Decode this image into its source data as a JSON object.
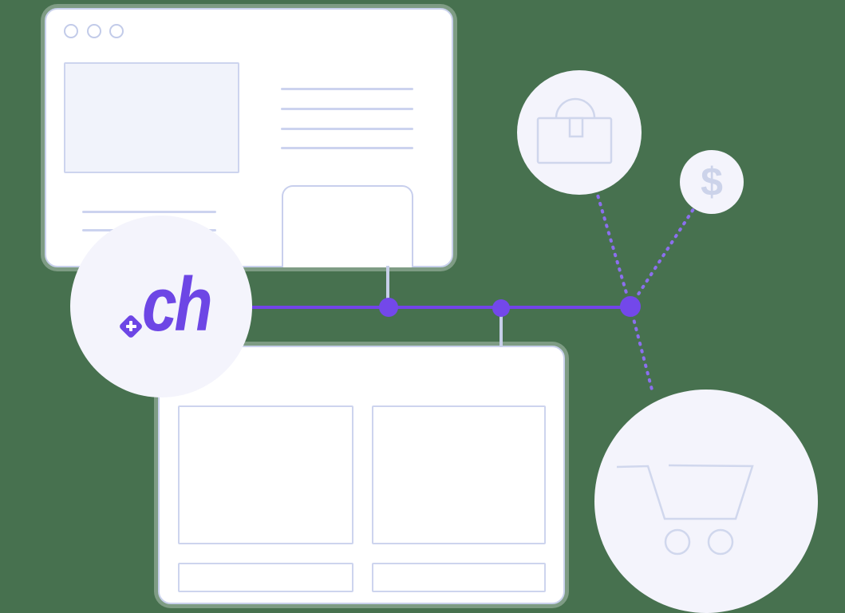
{
  "page": {
    "type": "marketing-illustration",
    "theme": "ch-domain-ecommerce-network"
  },
  "palette": {
    "background_green": "#47714F",
    "window_fill": "#FFFFFF",
    "window_outline": "#C9D1EC",
    "placeholder_fill": "#F1F3FB",
    "wireframe_line": "#CCD3EF",
    "badge_fill": "#F4F4FC",
    "icon_outline": "#CFD6EC",
    "connector_light": "#C7CFE9",
    "line_solid_purple": "#7243E9",
    "line_dotted_purple": "#8B6FEE",
    "node_purple": "#7348EA",
    "logo_purple": "#6D46E5"
  },
  "logo": {
    "text": "ch",
    "dot": "swiss-cross-diamond"
  },
  "badges": {
    "briefcase": {
      "icon": "briefcase-icon"
    },
    "price": {
      "symbol": "$"
    },
    "cart": {
      "icon": "shopping-cart-icon"
    }
  },
  "diagram": {
    "nodes": [
      {
        "id": "browser-window-top",
        "type": "browser-window-wireframe",
        "details": [
          "traffic-dots",
          "image-placeholder",
          "4-text-lines",
          "2-text-lines",
          "card"
        ]
      },
      {
        "id": "browser-window-bottom",
        "type": "browser-window-wireframe",
        "details": [
          "2-content-rects",
          "2-footer-bars"
        ]
      },
      {
        "id": "domain-logo-badge",
        "type": "circle-badge",
        "label": "ch"
      },
      {
        "id": "briefcase-badge",
        "type": "circle-badge",
        "icon": "briefcase-icon"
      },
      {
        "id": "price-badge",
        "type": "circle-badge",
        "symbol": "$"
      },
      {
        "id": "cart-badge",
        "type": "circle-badge",
        "icon": "shopping-cart-icon"
      },
      {
        "id": "junction-1",
        "type": "node-dot"
      },
      {
        "id": "junction-2",
        "type": "node-dot"
      },
      {
        "id": "hub-node",
        "type": "node-dot"
      }
    ],
    "edges": [
      {
        "from": "domain-logo-badge",
        "to": "hub-node",
        "style": "solid-purple",
        "via": [
          "junction-1",
          "junction-2"
        ]
      },
      {
        "from": "junction-1",
        "to": "browser-window-top",
        "style": "light-connector"
      },
      {
        "from": "junction-2",
        "to": "browser-window-bottom",
        "style": "light-connector"
      },
      {
        "from": "hub-node",
        "to": "briefcase-badge",
        "style": "dotted-purple"
      },
      {
        "from": "hub-node",
        "to": "price-badge",
        "style": "dotted-purple"
      },
      {
        "from": "hub-node",
        "to": "cart-badge",
        "style": "dotted-purple"
      }
    ]
  }
}
